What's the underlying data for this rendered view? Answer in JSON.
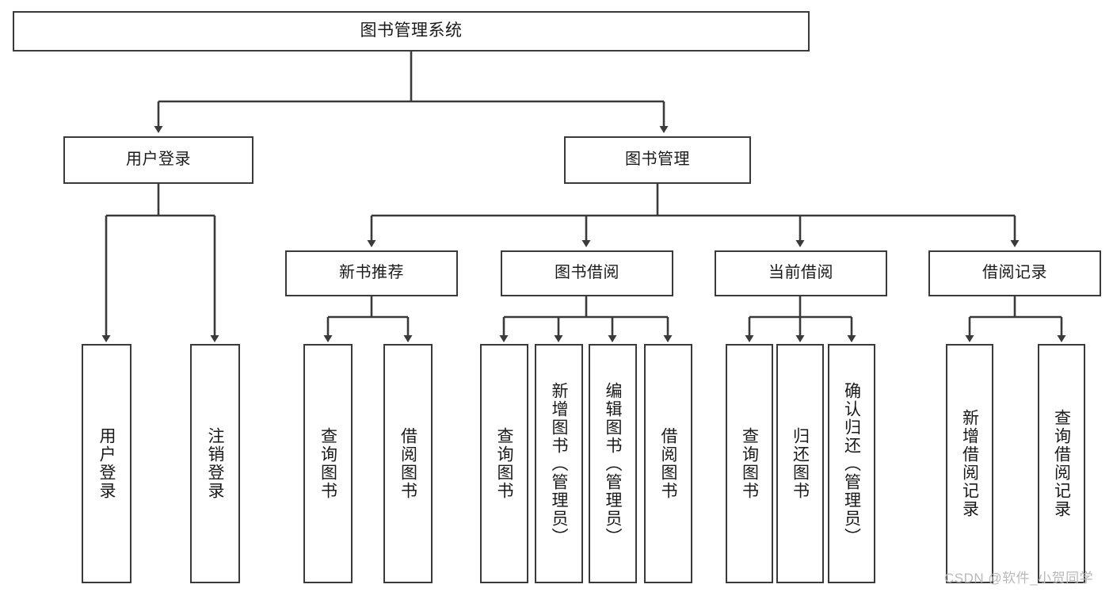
{
  "diagram": {
    "title": "图书管理系统",
    "type": "tree",
    "root": {
      "id": "root",
      "label": "图书管理系统"
    },
    "level1": [
      {
        "id": "user-login",
        "label": "用户登录"
      },
      {
        "id": "book-manage",
        "label": "图书管理"
      }
    ],
    "level2": [
      {
        "id": "new-book-recommend",
        "label": "新书推荐",
        "parent": "book-manage"
      },
      {
        "id": "book-borrow",
        "label": "图书借阅",
        "parent": "book-manage"
      },
      {
        "id": "current-borrow",
        "label": "当前借阅",
        "parent": "book-manage"
      },
      {
        "id": "borrow-record",
        "label": "借阅记录",
        "parent": "book-manage"
      }
    ],
    "leaves": [
      {
        "id": "leaf-user-login",
        "label": "用户登录",
        "parent": "user-login"
      },
      {
        "id": "leaf-user-logout",
        "label": "注销登录",
        "parent": "user-login"
      },
      {
        "id": "leaf-query-book-1",
        "label": "查询图书",
        "parent": "new-book-recommend"
      },
      {
        "id": "leaf-borrow-book-1",
        "label": "借阅图书",
        "parent": "new-book-recommend"
      },
      {
        "id": "leaf-query-book-2",
        "label": "查询图书",
        "parent": "book-borrow"
      },
      {
        "id": "leaf-add-book",
        "label": "新增图书（管理员）",
        "parent": "book-borrow"
      },
      {
        "id": "leaf-edit-book",
        "label": "编辑图书（管理员）",
        "parent": "book-borrow"
      },
      {
        "id": "leaf-borrow-book-2",
        "label": "借阅图书",
        "parent": "book-borrow"
      },
      {
        "id": "leaf-query-book-3",
        "label": "查询图书",
        "parent": "current-borrow"
      },
      {
        "id": "leaf-return-book",
        "label": "归还图书",
        "parent": "current-borrow"
      },
      {
        "id": "leaf-confirm-return",
        "label": "确认归还（管理员）",
        "parent": "current-borrow"
      },
      {
        "id": "leaf-add-record",
        "label": "新增借阅记录",
        "parent": "borrow-record"
      },
      {
        "id": "leaf-query-record",
        "label": "查询借阅记录",
        "parent": "borrow-record"
      }
    ]
  },
  "watermark": {
    "text": "CSDN @软件_小贺同学"
  },
  "colors": {
    "stroke": "#3a3a3a",
    "background": "#ffffff",
    "text": "#1a1a1a",
    "watermark": "#b9b9b9"
  }
}
